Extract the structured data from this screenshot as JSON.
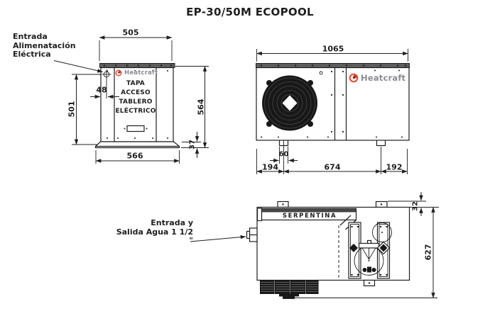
{
  "title": "EP-30/50M ECOPOOL",
  "brand": {
    "name": "Heatcraft"
  },
  "colors": {
    "line": "#1f1f1f",
    "panel_gray": "#5e5e5e",
    "brand_red": "#d9432c",
    "logo_gray": "#8b8b93"
  },
  "annotations": {
    "power_entry": {
      "line1": "Entrada",
      "line2": "Alimenatación",
      "line3": "Eléctrica"
    },
    "water_entry": {
      "line1": "Entrada y",
      "line2": "Salida Agua 1 1/2 \""
    }
  },
  "side_view": {
    "panel": {
      "line1": "TAPA",
      "line2": "ACCESO",
      "line3": "TABLERO",
      "line4": "ELÉCTRICO"
    },
    "dims": {
      "top_width": "505",
      "entry_offset": "48",
      "entry_height": "501",
      "body_height": "564",
      "base_height": "37",
      "base_width": "566"
    }
  },
  "front_view": {
    "dims": {
      "total_width": "1065",
      "foot_width": "60",
      "left_foot_offset": "194",
      "foot_spacing": "674",
      "right_foot_offset": "192"
    }
  },
  "top_view": {
    "coil_label": "SERPENTINA",
    "dims": {
      "foot_protrusion": "32",
      "depth": "627"
    }
  }
}
